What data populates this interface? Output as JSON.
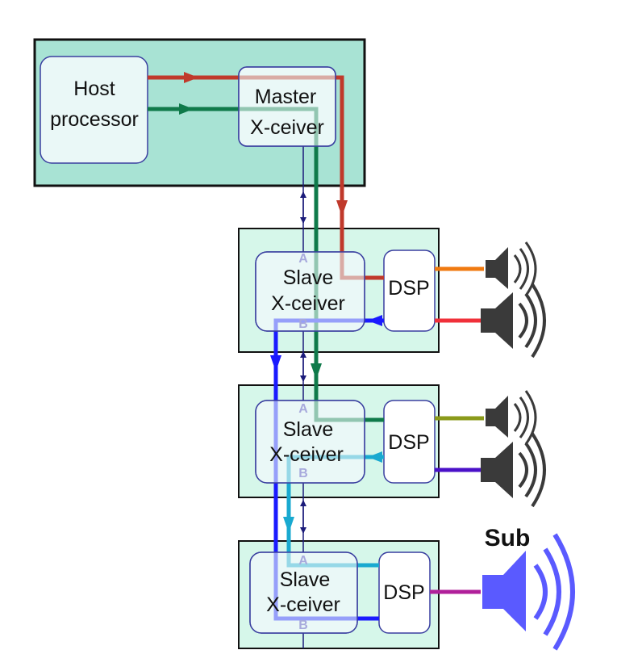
{
  "host": {
    "line1": "Host",
    "line2": "processor"
  },
  "master": {
    "line1": "Master",
    "line2": "X-ceiver"
  },
  "slaves": [
    {
      "line1": "Slave",
      "line2": "X-ceiver",
      "port_a": "A",
      "port_b": "B",
      "dsp": "DSP"
    },
    {
      "line1": "Slave",
      "line2": "X-ceiver",
      "port_a": "A",
      "port_b": "B",
      "dsp": "DSP"
    },
    {
      "line1": "Slave",
      "line2": "X-ceiver",
      "port_a": "A",
      "port_b": "B",
      "dsp": "DSP"
    }
  ],
  "sub_label": "Sub",
  "colors": {
    "host_panel": "#a8e3d4",
    "slave_panel": "#d6f7ea",
    "box_fill": "#eaf8f7",
    "box_border": "#3a3fa0",
    "red": "#c0392b",
    "green": "#0f7a4a",
    "blue": "#1a1aff",
    "cyan": "#19a9d0",
    "orange": "#f07a10",
    "speaker_red": "#f0303a",
    "olive": "#8a9a1a",
    "purple": "#4a10c8",
    "magenta": "#b0209a",
    "sub_speaker": "#5a5aff"
  }
}
